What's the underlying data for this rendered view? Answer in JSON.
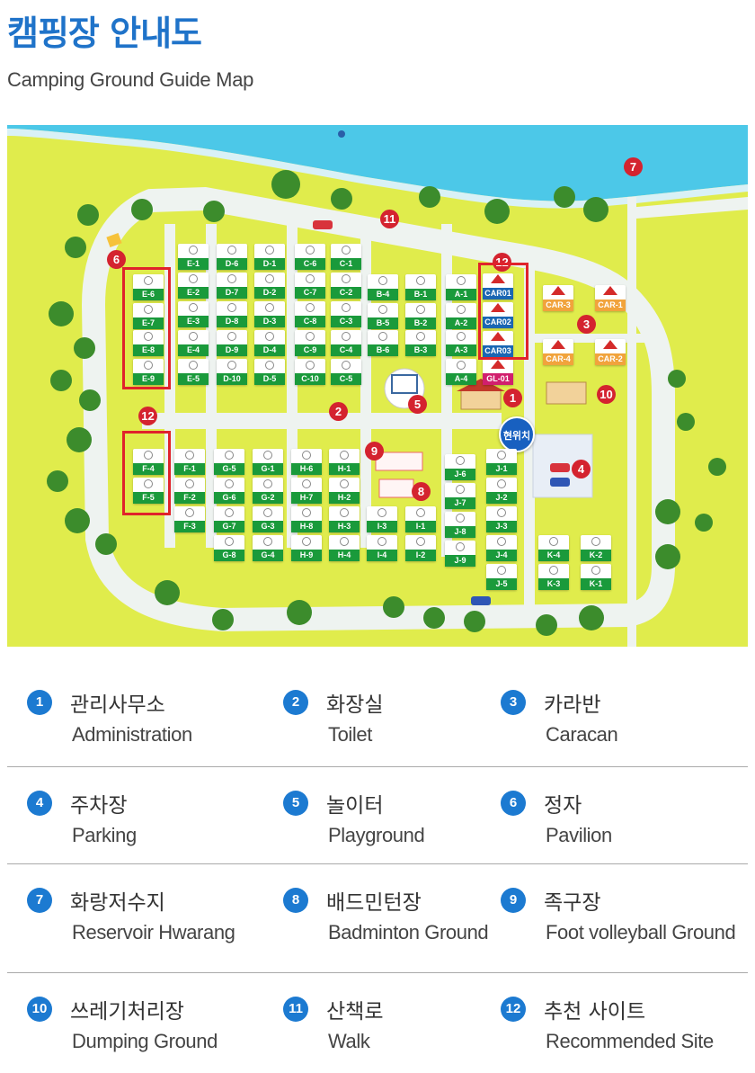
{
  "header": {
    "title": "캠핑장 안내도",
    "subtitle": "Camping Ground Guide Map"
  },
  "colors": {
    "title": "#1f73c9",
    "grass": "#e0ec4c",
    "water": "#4cc8e8",
    "road": "#eef3f0",
    "site_label": "#1a9a3b",
    "caravan_label": "#f1a33c",
    "red_marker": "#d4232f",
    "legend_badge": "#1c7ad1"
  },
  "map": {
    "you_are_here": "현위치",
    "sites": [
      "E-1",
      "E-2",
      "E-3",
      "E-4",
      "E-5",
      "D-6",
      "D-7",
      "D-8",
      "D-9",
      "D-10",
      "D-1",
      "D-2",
      "D-3",
      "D-4",
      "D-5",
      "C-6",
      "C-7",
      "C-8",
      "C-9",
      "C-10",
      "C-1",
      "C-2",
      "C-3",
      "C-4",
      "C-5",
      "E-6",
      "E-7",
      "E-8",
      "E-9",
      "B-4",
      "B-5",
      "B-6",
      "B-1",
      "B-2",
      "B-3",
      "A-1",
      "A-2",
      "A-3",
      "A-4",
      "F-4",
      "F-5",
      "F-1",
      "F-2",
      "F-3",
      "G-5",
      "G-6",
      "G-7",
      "G-8",
      "G-1",
      "G-2",
      "G-3",
      "G-4",
      "H-6",
      "H-7",
      "H-8",
      "H-9",
      "H-1",
      "H-2",
      "H-3",
      "H-4",
      "I-3",
      "I-4",
      "I-1",
      "I-2",
      "J-6",
      "J-7",
      "J-8",
      "J-9",
      "J-1",
      "J-2",
      "J-3",
      "J-4",
      "J-5",
      "K-4",
      "K-3",
      "K-2",
      "K-1"
    ],
    "car_sites": [
      "CAR01",
      "CAR02",
      "CAR03"
    ],
    "caravans": [
      "CAR-3",
      "CAR-1",
      "CAR-4",
      "CAR-2"
    ],
    "glamping": "GL-01",
    "markers": [
      "1",
      "2",
      "3",
      "4",
      "5",
      "6",
      "7",
      "8",
      "9",
      "10",
      "11",
      "12"
    ],
    "icons": [
      "tree-icon",
      "car-icon",
      "tent-icon",
      "duck-icon",
      "playground-icon",
      "building-icon"
    ]
  },
  "legend": [
    {
      "n": "1",
      "ko": "관리사무소",
      "en": "Administration"
    },
    {
      "n": "2",
      "ko": "화장실",
      "en": "Toilet"
    },
    {
      "n": "3",
      "ko": "카라반",
      "en": "Caracan"
    },
    {
      "n": "4",
      "ko": "주차장",
      "en": "Parking"
    },
    {
      "n": "5",
      "ko": "놀이터",
      "en": "Playground"
    },
    {
      "n": "6",
      "ko": "정자",
      "en": "Pavilion"
    },
    {
      "n": "7",
      "ko": "화랑저수지",
      "en": "Reservoir Hwarang"
    },
    {
      "n": "8",
      "ko": "배드민턴장",
      "en": "Badminton Ground"
    },
    {
      "n": "9",
      "ko": "족구장",
      "en": "Foot volleyball Ground"
    },
    {
      "n": "10",
      "ko": "쓰레기처리장",
      "en": "Dumping Ground"
    },
    {
      "n": "11",
      "ko": "산책로",
      "en": "Walk"
    },
    {
      "n": "12",
      "ko": "추천 사이트",
      "en": "Recommended Site"
    }
  ]
}
